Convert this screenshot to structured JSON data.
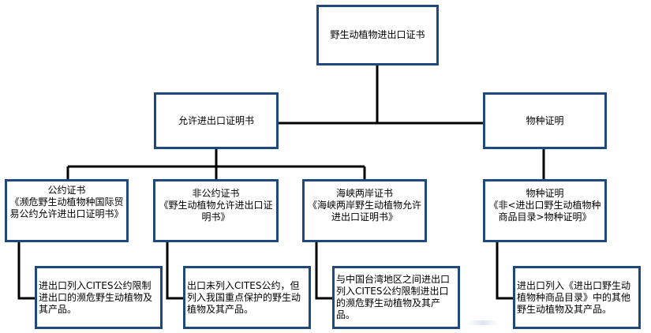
{
  "root": {
    "label": "野生动植物进出口证书"
  },
  "level1": {
    "allow": {
      "label": "允许进出口证明书"
    },
    "species": {
      "label": "物种证明"
    }
  },
  "level2": {
    "convention": {
      "title": "公约证书",
      "subtitle": "《濒危野生动植物种国际贸易公约允许进出口证明书》"
    },
    "non_convention": {
      "title": "非公约证书",
      "subtitle": "《野生动植物允许进出口证明书》"
    },
    "strait": {
      "title": "海峡两岸证书",
      "subtitle": "《海峡两岸野生动植物允许进出口证明书》"
    },
    "species_cert": {
      "title": "物种证明",
      "subtitle": "《非<进出口野生动植物种商品目录>物种证明》"
    }
  },
  "level3": {
    "convention_desc": "进出口列入CITES公约限制进出口的濒危野生动植物及其产品。",
    "non_convention_desc": "出口未列入CITES公约，但列入我国重点保护的野生动植物及其产品。",
    "strait_desc": "与中国台湾地区之间进出口列入CITES公约限制进出口的濒危野生动植物及其产品。",
    "species_desc": "进出口列入《进出口野生动植物种商品目录》中的其他野生动植物及其产品。"
  },
  "colors": {
    "border": "#1f497d",
    "connector": "#000000",
    "background": "#ffffff"
  }
}
